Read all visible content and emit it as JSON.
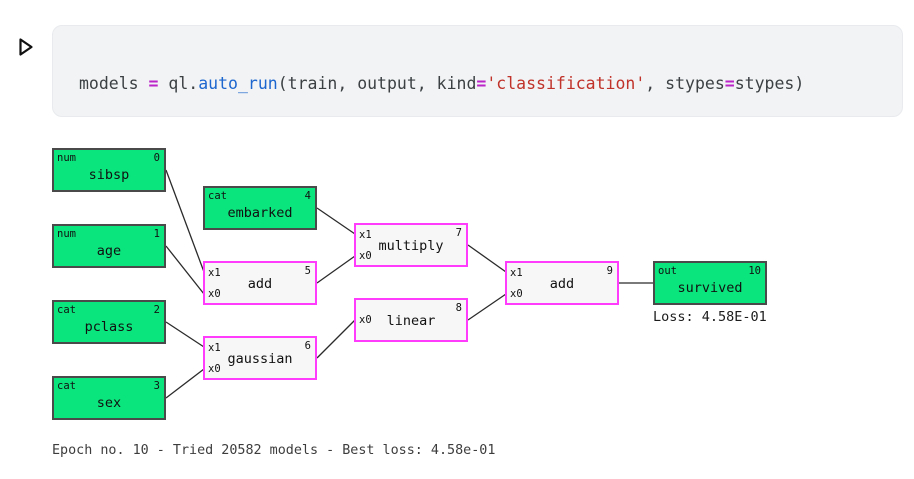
{
  "colors": {
    "page_bg": "#FFFFFF",
    "cell_bg": "#F1F3F4",
    "input_node_fill": "#0AE57D",
    "input_node_border": "#4A4A4A",
    "op_node_fill": "#F7F7F7",
    "op_node_border": "#FF3BFC",
    "edge_color": "#2B2B2B",
    "code_default": "#3C4043",
    "code_operator": "#BC24C9",
    "code_function": "#1D66CF",
    "code_string": "#C0322A"
  },
  "cell": {
    "run_icon": "play-triangle-outline",
    "code_tokens": [
      {
        "text": "models "
      },
      {
        "text": "="
      },
      {
        "text": " ql."
      },
      {
        "text": "auto_run"
      },
      {
        "text": "(train, output, kind"
      },
      {
        "text": "="
      },
      {
        "text": "'classification'"
      },
      {
        "text": ", stypes"
      },
      {
        "text": "="
      },
      {
        "text": "stypes)"
      }
    ]
  },
  "graph": {
    "nodes": [
      {
        "tag": "num",
        "label": "sibsp",
        "index": "0"
      },
      {
        "tag": "num",
        "label": "age",
        "index": "1"
      },
      {
        "tag": "cat",
        "label": "pclass",
        "index": "2"
      },
      {
        "tag": "cat",
        "label": "sex",
        "index": "3"
      },
      {
        "tag": "cat",
        "label": "embarked",
        "index": "4"
      },
      {
        "label": "add",
        "index": "5",
        "port_top": "x1",
        "port_bottom": "x0"
      },
      {
        "label": "gaussian",
        "index": "6",
        "port_top": "x1",
        "port_bottom": "x0"
      },
      {
        "label": "multiply",
        "index": "7",
        "port_top": "x1",
        "port_bottom": "x0"
      },
      {
        "label": "linear",
        "index": "8",
        "port_mid": "x0"
      },
      {
        "label": "add",
        "index": "9",
        "port_top": "x1",
        "port_bottom": "x0"
      },
      {
        "tag": "out",
        "label": "survived",
        "index": "10"
      }
    ],
    "loss_label": "Loss: 4.58E-01"
  },
  "status": {
    "text": "Epoch no. 10 - Tried 20582 models - Best loss: 4.58e-01"
  }
}
